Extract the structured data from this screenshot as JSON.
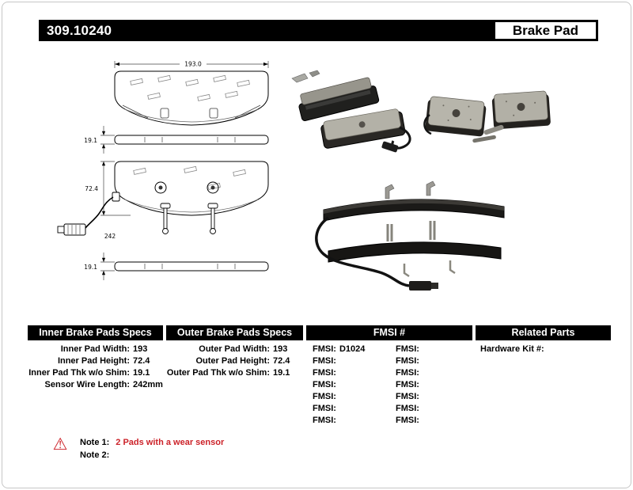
{
  "header": {
    "part_number": "309.10240",
    "product_name": "Brake Pad"
  },
  "drawing": {
    "pad_width": "193.0",
    "pad_thickness_top": "19.1",
    "pad_height": "72.4",
    "sensor_wire_length": "242",
    "pad_thickness_bottom": "19.1"
  },
  "tables": {
    "inner": {
      "title": "Inner Brake Pads Specs",
      "rows": [
        {
          "label": "Inner Pad Width:",
          "value": "193"
        },
        {
          "label": "Inner Pad Height:",
          "value": "72.4"
        },
        {
          "label": "Inner Pad Thk w/o Shim:",
          "value": "19.1"
        },
        {
          "label": "Sensor Wire Length:",
          "value": "242mm"
        }
      ]
    },
    "outer": {
      "title": "Outer Brake Pads Specs",
      "rows": [
        {
          "label": "Outer Pad Width:",
          "value": "193"
        },
        {
          "label": "Outer Pad Height:",
          "value": "72.4"
        },
        {
          "label": "Outer Pad Thk w/o Shim:",
          "value": "19.1"
        }
      ]
    },
    "fmsi": {
      "title": "FMSI #",
      "rows": [
        {
          "left_label": "FMSI:",
          "left_value": "D1024",
          "right_label": "FMSI:",
          "right_value": ""
        },
        {
          "left_label": "FMSI:",
          "left_value": "",
          "right_label": "FMSI:",
          "right_value": ""
        },
        {
          "left_label": "FMSI:",
          "left_value": "",
          "right_label": "FMSI:",
          "right_value": ""
        },
        {
          "left_label": "FMSI:",
          "left_value": "",
          "right_label": "FMSI:",
          "right_value": ""
        },
        {
          "left_label": "FMSI:",
          "left_value": "",
          "right_label": "FMSI:",
          "right_value": ""
        },
        {
          "left_label": "FMSI:",
          "left_value": "",
          "right_label": "FMSI:",
          "right_value": ""
        },
        {
          "left_label": "FMSI:",
          "left_value": "",
          "right_label": "FMSI:",
          "right_value": ""
        }
      ]
    },
    "related": {
      "title": "Related Parts",
      "rows": [
        {
          "label": "Hardware Kit #:",
          "value": ""
        }
      ]
    }
  },
  "notes": {
    "warning_glyph": "⚠",
    "note1_label": "Note 1:",
    "note1_text": "2 Pads with a wear sensor",
    "note2_label": "Note 2:",
    "note2_text": ""
  },
  "colors": {
    "accent_red": "#cc2229",
    "header_black": "#000000"
  }
}
